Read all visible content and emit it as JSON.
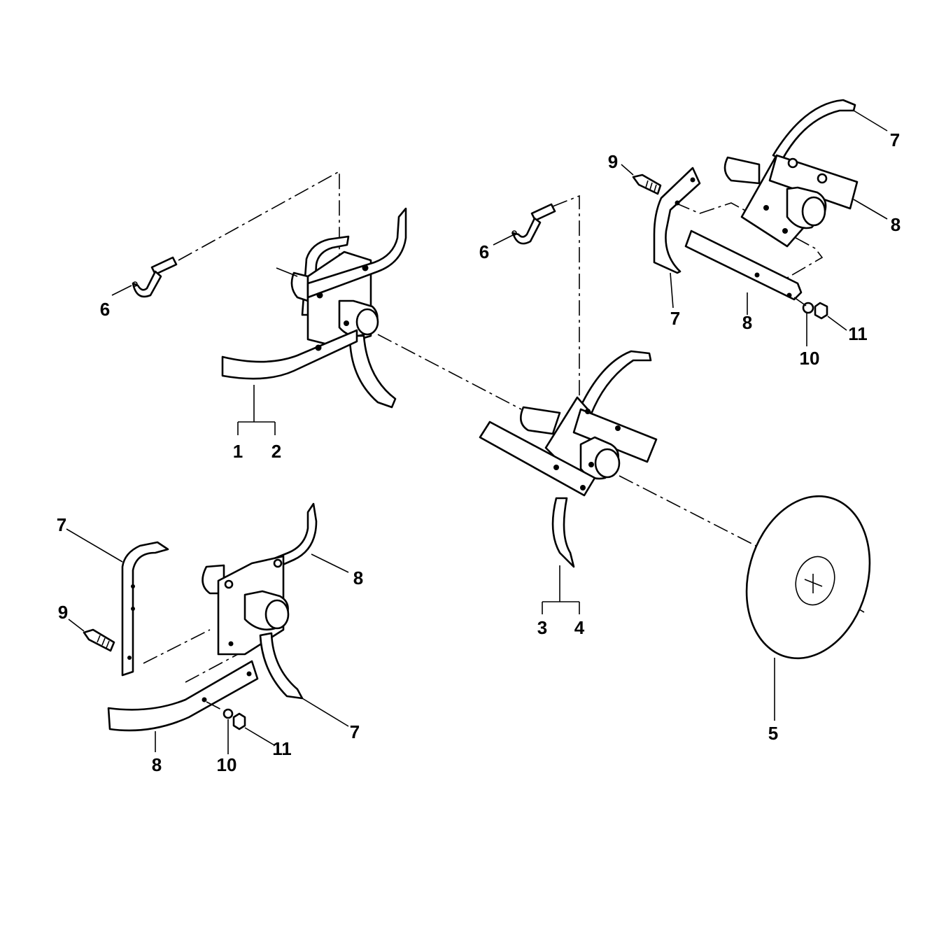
{
  "diagram": {
    "callouts": [
      {
        "id": "c1",
        "text": "1"
      },
      {
        "id": "c2",
        "text": "2"
      },
      {
        "id": "c3",
        "text": "3"
      },
      {
        "id": "c4",
        "text": "4"
      },
      {
        "id": "c5",
        "text": "5"
      },
      {
        "id": "c6a",
        "text": "6"
      },
      {
        "id": "c6b",
        "text": "6"
      },
      {
        "id": "c7a",
        "text": "7"
      },
      {
        "id": "c7b",
        "text": "7"
      },
      {
        "id": "c7c",
        "text": "7"
      },
      {
        "id": "c7d",
        "text": "7"
      },
      {
        "id": "c8a",
        "text": "8"
      },
      {
        "id": "c8b",
        "text": "8"
      },
      {
        "id": "c8c",
        "text": "8"
      },
      {
        "id": "c8d",
        "text": "8"
      },
      {
        "id": "c9a",
        "text": "9"
      },
      {
        "id": "c9b",
        "text": "9"
      },
      {
        "id": "c10a",
        "text": "10"
      },
      {
        "id": "c10b",
        "text": "10"
      },
      {
        "id": "c11a",
        "text": "11"
      },
      {
        "id": "c11b",
        "text": "11"
      }
    ],
    "colors": {
      "line": "#000000",
      "fill": "#ffffff"
    }
  }
}
